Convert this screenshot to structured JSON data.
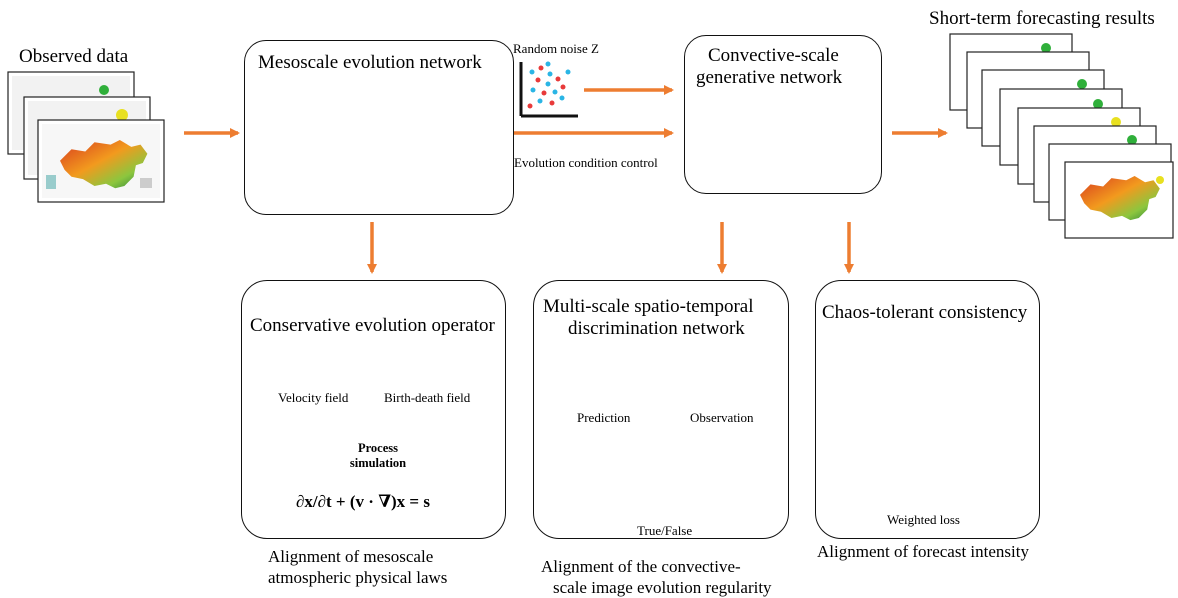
{
  "labels": {
    "observed_data": "Observed data",
    "mesoscale_network": "Mesoscale evolution network",
    "random_noise": "Random noise Z",
    "evolution_condition": "Evolution condition control",
    "convective_network_line1": "Convective-scale",
    "convective_network_line2": "generative network",
    "short_term_results": "Short-term forecasting results"
  },
  "conservative_box": {
    "title": "Conservative evolution operator",
    "velocity_field": "Velocity field",
    "birth_death_field": "Birth-death field",
    "process_line1": "Process",
    "process_line2": "simulation",
    "equation": "∂x/∂t + (v · ∇)x = s",
    "caption_line1": "Alignment of mesoscale",
    "caption_line2": "atmospheric physical laws"
  },
  "discrimination_box": {
    "title_line1": "Multi-scale spatio-temporal",
    "title_line2": "discrimination network",
    "prediction": "Prediction",
    "observation": "Observation",
    "output": "True/False",
    "caption_line1": "Alignment of the convective-",
    "caption_line2": "scale image evolution regularity"
  },
  "chaos_box": {
    "title": "Chaos-tolerant consistency",
    "weighted_loss": "Weighted loss",
    "caption": "Alignment of forecast intensity"
  },
  "colors": {
    "orange_arrow": "#ED7D31",
    "red_arrow": "#E00000",
    "red_block": "#E85A5A",
    "blue_block": "#7FA4D8",
    "grid_blue": "#2E6FD0"
  }
}
